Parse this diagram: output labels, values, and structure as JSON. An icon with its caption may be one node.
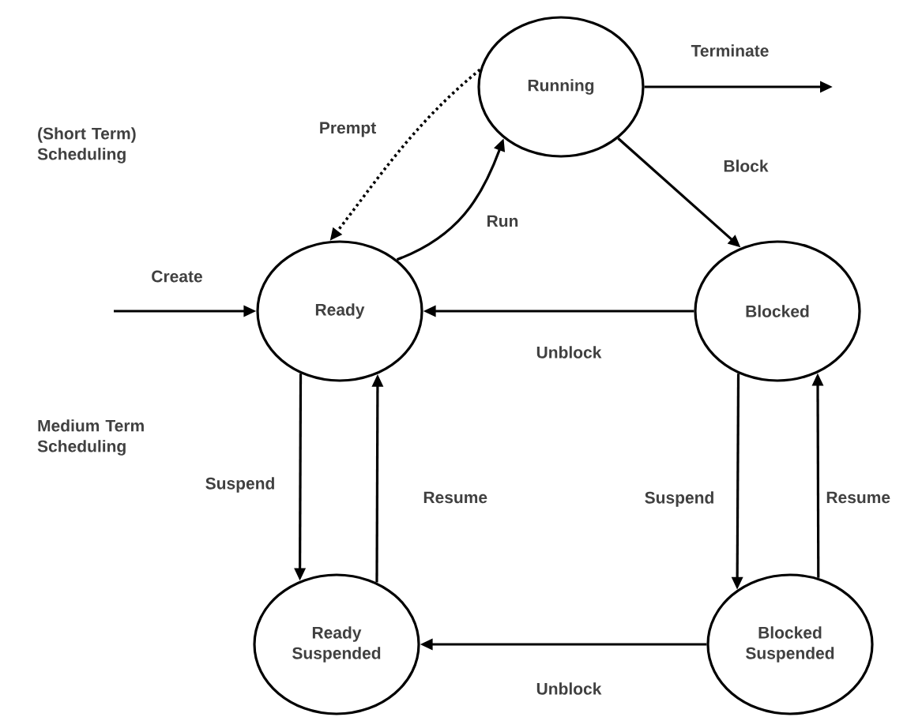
{
  "diagram": {
    "nodes": [
      {
        "text": [
          "Running"
        ]
      },
      {
        "text": [
          "Ready"
        ]
      },
      {
        "text": [
          "Blocked"
        ]
      },
      {
        "text": [
          "Ready Suspended"
        ]
      },
      {
        "text": [
          "Blocked Suspended"
        ]
      }
    ],
    "edges": [
      {
        "from": null,
        "to": 1,
        "arrow": "to",
        "label": "Create"
      },
      {
        "from": 1,
        "to": 0,
        "arrow": "to",
        "label": "Run"
      },
      {
        "from": 0,
        "to": 1,
        "arrow": "to",
        "label": "Prempt",
        "style": "dashed"
      },
      {
        "from": 0,
        "to": null,
        "arrow": "to",
        "label": "Terminate"
      },
      {
        "from": 0,
        "to": 2,
        "arrow": "to",
        "label": "Block"
      },
      {
        "from": 2,
        "to": 1,
        "arrow": "to",
        "label": "Unblock"
      },
      {
        "from": 1,
        "to": 3,
        "arrow": "to",
        "label": "Suspend"
      },
      {
        "from": 3,
        "to": 1,
        "arrow": "to",
        "label": "Resume"
      },
      {
        "from": 2,
        "to": 4,
        "arrow": "to",
        "label": "Suspend"
      },
      {
        "from": 4,
        "to": 2,
        "arrow": "to",
        "label": "Resume"
      },
      {
        "from": 4,
        "to": 3,
        "arrow": "to",
        "label": "Unblock"
      }
    ],
    "labels": [
      "(Short Term) Scheduling",
      "Medium Term Scheduling"
    ]
  }
}
